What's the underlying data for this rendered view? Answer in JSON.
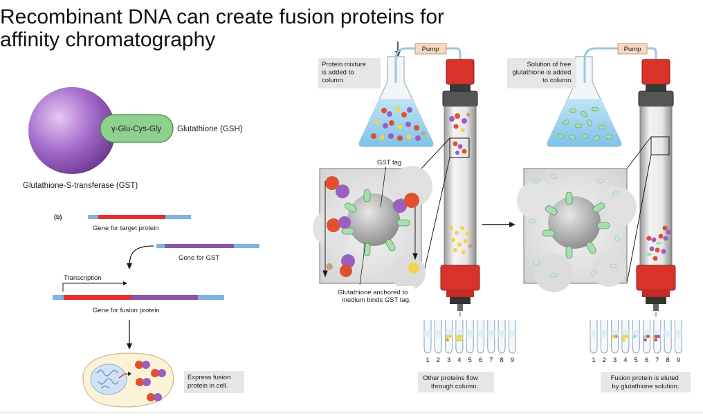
{
  "slide": {
    "title_line1": "Recombinant DNA can create fusion proteins for",
    "title_line2": "affinity chromatography"
  },
  "panel_a": {
    "ligand_label": "γ-Glu-Cys-Gly",
    "glutathione_label": "Glutathione (GSH)",
    "enzyme_label": "Glutathione-S-transferase (GST)"
  },
  "panel_b": {
    "tag": "(b)",
    "gene_target": "Gene for target protein",
    "gene_gst": "Gene for GST",
    "transcription": "Transcription",
    "gene_fusion": "Gene for fusion protein",
    "express": "Express fusion\nprotein in cell."
  },
  "column_left": {
    "pump": "Pump",
    "note": "Protein mixture\nis added to\ncolumn.",
    "gst_tag": "GST tag",
    "anchored": "Glutathione anchored to\nmedium binds GST tag.",
    "tubes": [
      "1",
      "2",
      "3",
      "4",
      "5",
      "6",
      "7",
      "8",
      "9"
    ],
    "caption": "Other proteins flow\nthrough column."
  },
  "column_right": {
    "pump": "Pump",
    "note": "Solution of free\nglutathione is added\nto column.",
    "tubes": [
      "1",
      "2",
      "3",
      "4",
      "5",
      "6",
      "7",
      "8",
      "9"
    ],
    "caption": "Fusion protein is eluted\nby glutathione solution."
  },
  "colors": {
    "gst_purple": "#9b5fc0",
    "gsh_green": "#8fd08f",
    "gene_red": "#e0312f",
    "gene_blue": "#7fb3e0",
    "gene_purple": "#8a55a8",
    "cap_red": "#d9322b",
    "pump_box": "#f6d9c0",
    "note_gray": "#e6e6e6"
  }
}
